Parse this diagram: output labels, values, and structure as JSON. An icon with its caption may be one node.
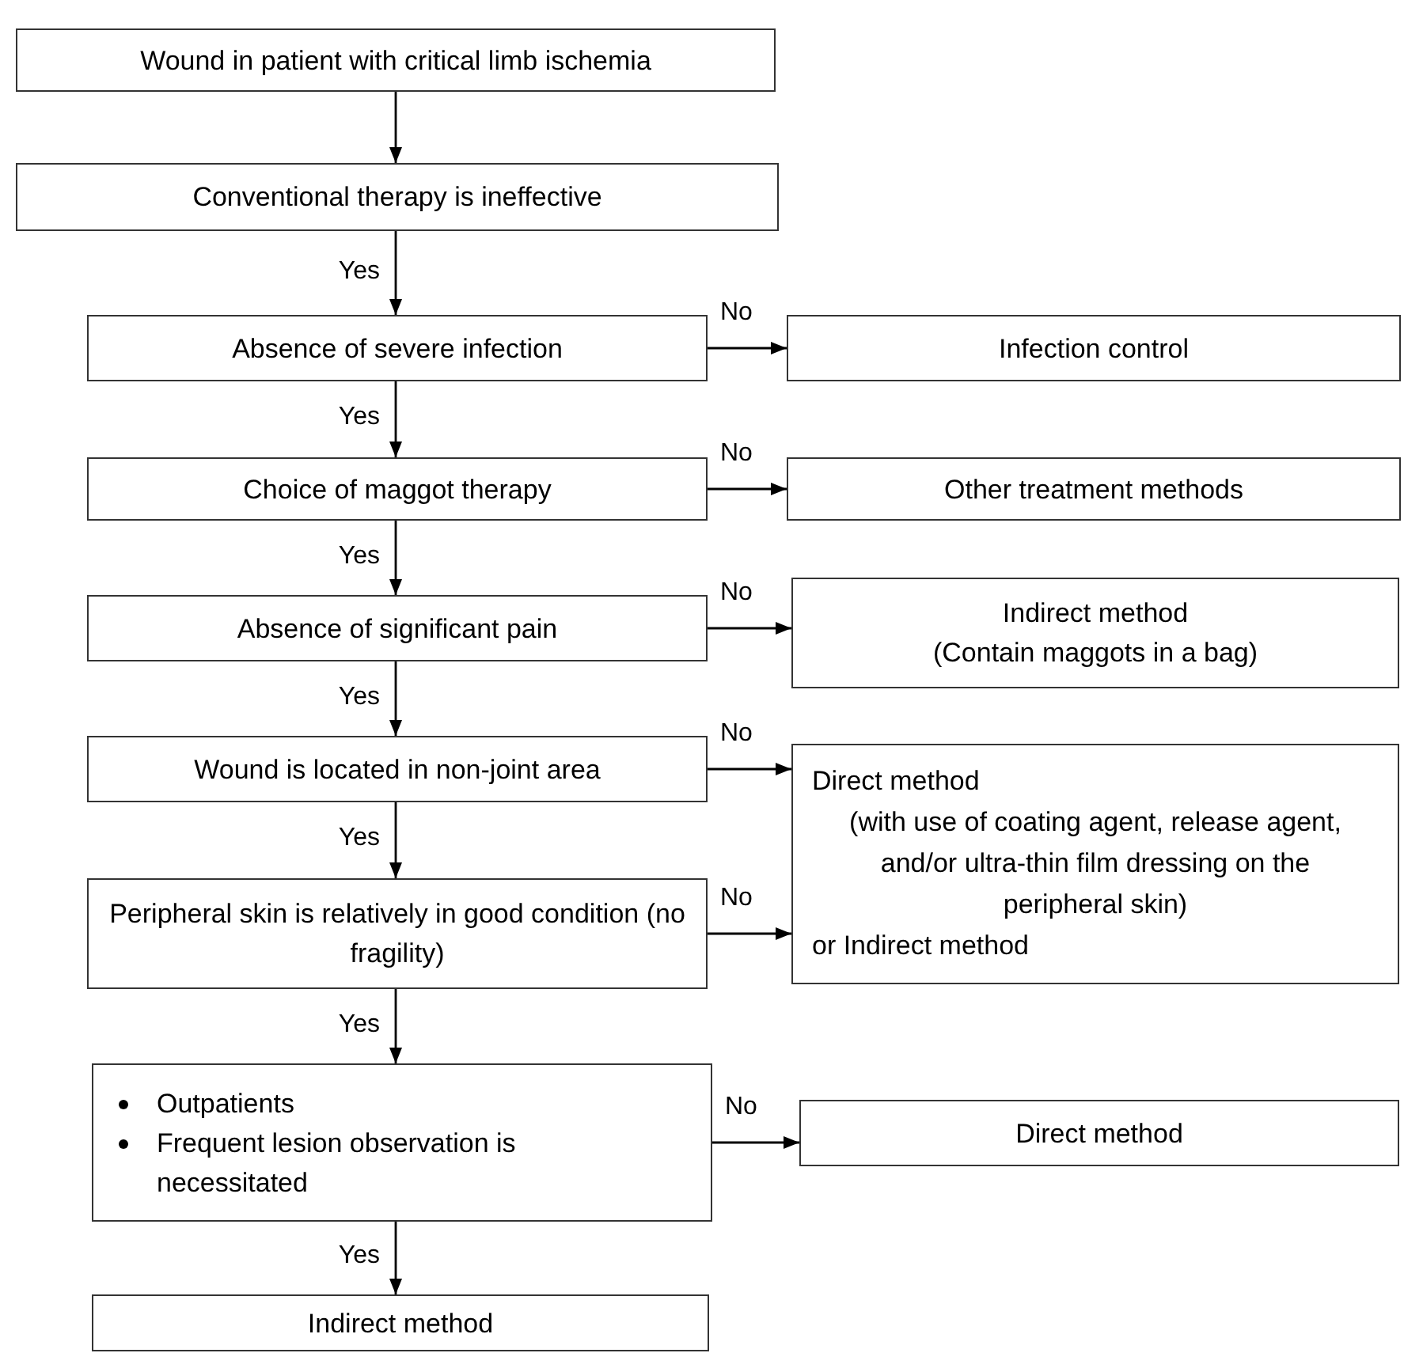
{
  "diagram": {
    "nodes": [
      {
        "text": [
          "Wound in patient with critical limb ischemia"
        ]
      },
      {
        "text": [
          "Conventional therapy is ineffective"
        ]
      },
      {
        "text": [
          "Absence of severe infection"
        ]
      },
      {
        "text": [
          "Infection control"
        ]
      },
      {
        "text": [
          "Choice of maggot therapy"
        ]
      },
      {
        "text": [
          "Other treatment methods"
        ]
      },
      {
        "text": [
          "Absence of significant pain"
        ]
      },
      {
        "text": [
          "Indirect method",
          "(Contain maggots in a bag)"
        ]
      },
      {
        "text": [
          "Wound is located in non-joint area"
        ]
      },
      {
        "text": [
          "Direct method",
          "(with use of coating agent, release agent, and/or ultra-thin film dressing on the peripheral skin)",
          "or Indirect method"
        ]
      },
      {
        "text": [
          "Peripheral skin is relatively in good condition (no fragility)"
        ]
      },
      {
        "text": [
          "Outpatients",
          "Frequent lesion observation is necessitated"
        ]
      },
      {
        "text": [
          "Direct method"
        ]
      },
      {
        "text": [
          "Indirect method"
        ]
      }
    ],
    "edges": [
      {
        "from": 0,
        "to": 1,
        "arrow": "to"
      },
      {
        "from": 1,
        "to": 2,
        "arrow": "to",
        "label": "Yes"
      },
      {
        "from": 2,
        "to": 3,
        "arrow": "to",
        "label": "No"
      },
      {
        "from": 2,
        "to": 4,
        "arrow": "to",
        "label": "Yes"
      },
      {
        "from": 4,
        "to": 5,
        "arrow": "to",
        "label": "No"
      },
      {
        "from": 4,
        "to": 6,
        "arrow": "to",
        "label": "Yes"
      },
      {
        "from": 6,
        "to": 7,
        "arrow": "to",
        "label": "No"
      },
      {
        "from": 6,
        "to": 8,
        "arrow": "to",
        "label": "Yes"
      },
      {
        "from": 8,
        "to": 9,
        "arrow": "to",
        "label": "No"
      },
      {
        "from": 8,
        "to": 10,
        "arrow": "to",
        "label": "Yes"
      },
      {
        "from": 10,
        "to": 9,
        "arrow": "to",
        "label": "No"
      },
      {
        "from": 10,
        "to": 11,
        "arrow": "to",
        "label": "Yes"
      },
      {
        "from": 11,
        "to": 12,
        "arrow": "to",
        "label": "No"
      },
      {
        "from": 11,
        "to": 13,
        "arrow": "to",
        "label": "Yes"
      }
    ]
  }
}
